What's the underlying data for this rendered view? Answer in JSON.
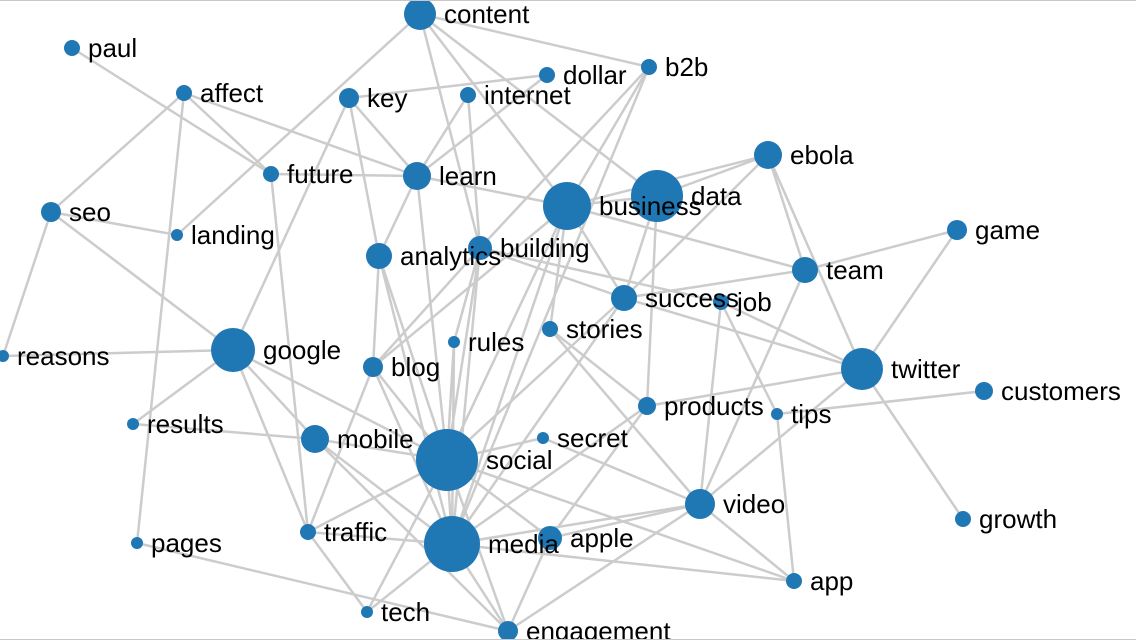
{
  "graph": {
    "node_color": "#1f77b4",
    "edge_color": "#cccccc",
    "nodes": [
      "content",
      "paul",
      "affect",
      "key",
      "internet",
      "dollar",
      "b2b",
      "future",
      "learn",
      "seo",
      "landing",
      "business",
      "data",
      "ebola",
      "game",
      "analytics",
      "building",
      "team",
      "success",
      "job",
      "rules",
      "stories",
      "reasons",
      "google",
      "blog",
      "twitter",
      "customers",
      "products",
      "tips",
      "results",
      "mobile",
      "secret",
      "social",
      "video",
      "growth",
      "traffic",
      "media",
      "apple",
      "pages",
      "app",
      "tech",
      "engagement"
    ],
    "edges": [
      [
        "paul",
        "future"
      ],
      [
        "affect",
        "future"
      ],
      [
        "affect",
        "learn"
      ],
      [
        "affect",
        "seo"
      ],
      [
        "affect",
        "pages"
      ],
      [
        "seo",
        "landing"
      ],
      [
        "seo",
        "reasons"
      ],
      [
        "seo",
        "google"
      ],
      [
        "landing",
        "content"
      ],
      [
        "future",
        "learn"
      ],
      [
        "future",
        "traffic"
      ],
      [
        "key",
        "learn"
      ],
      [
        "key",
        "analytics"
      ],
      [
        "key",
        "google"
      ],
      [
        "key",
        "dollar"
      ],
      [
        "content",
        "building"
      ],
      [
        "content",
        "business"
      ],
      [
        "content",
        "b2b"
      ],
      [
        "content",
        "data"
      ],
      [
        "internet",
        "learn"
      ],
      [
        "internet",
        "building"
      ],
      [
        "dollar",
        "learn"
      ],
      [
        "b2b",
        "business"
      ],
      [
        "b2b",
        "building"
      ],
      [
        "b2b",
        "media"
      ],
      [
        "learn",
        "business"
      ],
      [
        "learn",
        "analytics"
      ],
      [
        "learn",
        "social"
      ],
      [
        "business",
        "data"
      ],
      [
        "business",
        "ebola"
      ],
      [
        "business",
        "team"
      ],
      [
        "business",
        "success"
      ],
      [
        "business",
        "social"
      ],
      [
        "business",
        "media"
      ],
      [
        "business",
        "blog"
      ],
      [
        "data",
        "ebola"
      ],
      [
        "data",
        "success"
      ],
      [
        "data",
        "products"
      ],
      [
        "ebola",
        "team"
      ],
      [
        "ebola",
        "twitter"
      ],
      [
        "ebola",
        "success"
      ],
      [
        "team",
        "game"
      ],
      [
        "team",
        "success"
      ],
      [
        "team",
        "video"
      ],
      [
        "game",
        "twitter"
      ],
      [
        "twitter",
        "growth"
      ],
      [
        "twitter",
        "products"
      ],
      [
        "twitter",
        "video"
      ],
      [
        "twitter",
        "success"
      ],
      [
        "twitter",
        "job"
      ],
      [
        "customers",
        "tips"
      ],
      [
        "tips",
        "app"
      ],
      [
        "tips",
        "job"
      ],
      [
        "job",
        "building"
      ],
      [
        "job",
        "video"
      ],
      [
        "success",
        "social"
      ],
      [
        "success",
        "media"
      ],
      [
        "success",
        "building"
      ],
      [
        "stories",
        "business"
      ],
      [
        "stories",
        "products"
      ],
      [
        "stories",
        "video"
      ],
      [
        "reasons",
        "google"
      ],
      [
        "google",
        "results"
      ],
      [
        "google",
        "mobile"
      ],
      [
        "results",
        "mobile"
      ],
      [
        "google",
        "traffic"
      ],
      [
        "google",
        "social"
      ],
      [
        "mobile",
        "social"
      ],
      [
        "mobile",
        "media"
      ],
      [
        "mobile",
        "engagement"
      ],
      [
        "blog",
        "social"
      ],
      [
        "blog",
        "media"
      ],
      [
        "blog",
        "traffic"
      ],
      [
        "blog",
        "building"
      ],
      [
        "rules",
        "social"
      ],
      [
        "rules",
        "media"
      ],
      [
        "rules",
        "building"
      ],
      [
        "analytics",
        "media"
      ],
      [
        "analytics",
        "blog"
      ],
      [
        "analytics",
        "social"
      ],
      [
        "building",
        "social"
      ],
      [
        "building",
        "media"
      ],
      [
        "secret",
        "social"
      ],
      [
        "secret",
        "video"
      ],
      [
        "social",
        "media"
      ],
      [
        "social",
        "apple"
      ],
      [
        "social",
        "app"
      ],
      [
        "social",
        "traffic"
      ],
      [
        "social",
        "engagement"
      ],
      [
        "media",
        "app"
      ],
      [
        "media",
        "tech"
      ],
      [
        "media",
        "engagement"
      ],
      [
        "media",
        "video"
      ],
      [
        "apple",
        "video"
      ],
      [
        "apple",
        "engagement"
      ],
      [
        "video",
        "app"
      ],
      [
        "video",
        "engagement"
      ],
      [
        "traffic",
        "tech"
      ],
      [
        "traffic",
        "media"
      ],
      [
        "pages",
        "engagement"
      ],
      [
        "products",
        "media"
      ],
      [
        "products",
        "apple"
      ],
      [
        "tech",
        "social"
      ]
    ]
  }
}
